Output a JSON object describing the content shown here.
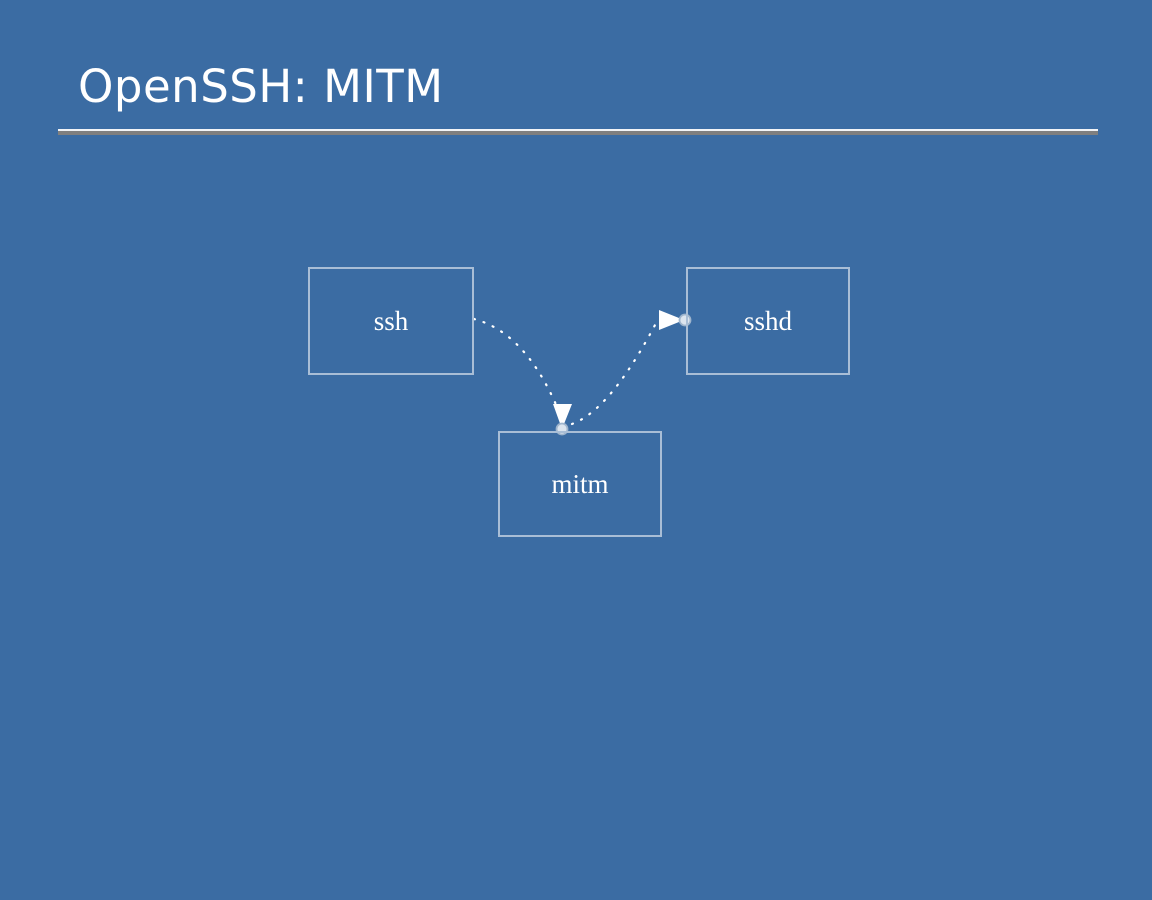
{
  "slide": {
    "title": "OpenSSH: MITM",
    "background_color": "#3B6CA3",
    "title_color": "#FFFFFF",
    "rule_light_color": "#F2F4F7",
    "rule_dark_color": "#7F7F7F"
  },
  "diagram": {
    "type": "node-edge",
    "edge_color": "#FFFFFF",
    "node_border_color": "#A9BED6",
    "node_label_color": "#FFFFFF",
    "nodes": [
      {
        "id": "ssh",
        "label": "ssh"
      },
      {
        "id": "sshd",
        "label": "sshd"
      },
      {
        "id": "mitm",
        "label": "mitm"
      }
    ],
    "edges": [
      {
        "from": "ssh",
        "to": "mitm",
        "style": "dotted",
        "arrowhead": "triangle"
      },
      {
        "from": "mitm",
        "to": "sshd",
        "style": "dotted",
        "arrowhead": "triangle"
      }
    ]
  }
}
